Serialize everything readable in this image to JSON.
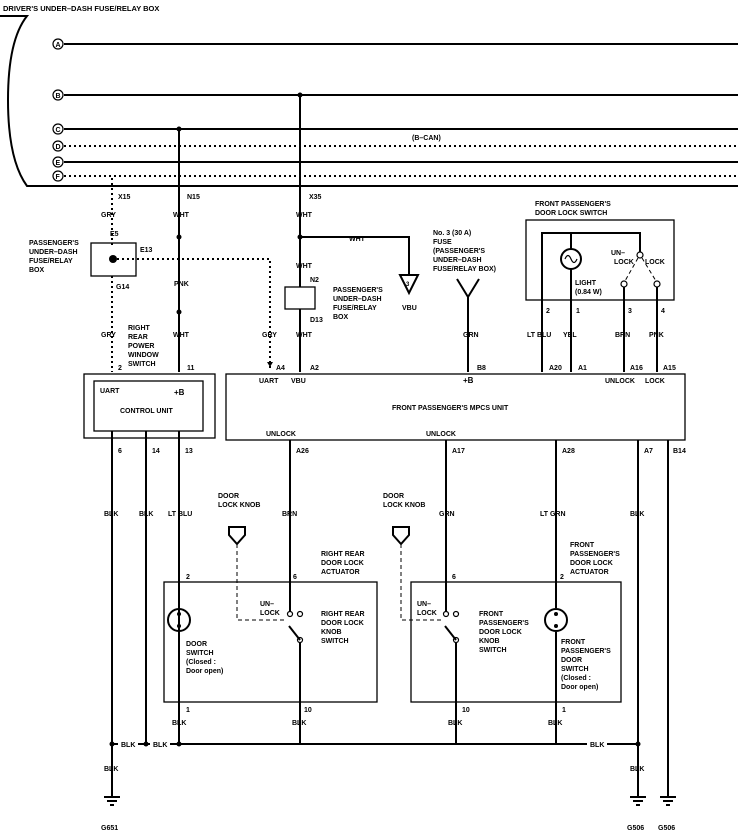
{
  "title": "DRIVER'S UNDER–DASH FUSE/RELAY BOX",
  "bus": {
    "letters": [
      "A",
      "B",
      "C",
      "D",
      "E",
      "F"
    ],
    "bcan": "(B–CAN)"
  },
  "connectors": {
    "x15": "X15",
    "n15": "N15",
    "x35": "X35",
    "e5": "E5",
    "e13": "E13",
    "g14": "G14",
    "n2": "N2",
    "d13": "D13",
    "rr_2": "2",
    "rr_11": "11",
    "a4": "A4",
    "a2": "A2",
    "b8": "B8",
    "a20": "A20",
    "a1": "A1",
    "a16": "A16",
    "a15": "A15",
    "cu_6": "6",
    "cu_14": "14",
    "cu_13": "13",
    "a26": "A26",
    "a17": "A17",
    "a28": "A28",
    "a7": "A7",
    "b14": "B14",
    "rd_2": "2",
    "rd_6": "6",
    "rd_1": "1",
    "rd_10": "10",
    "fd_6": "6",
    "fd_2": "2",
    "fd_10": "10",
    "fd_1": "1",
    "sw_2": "2",
    "sw_1": "1",
    "sw_3": "3",
    "sw_4": "4"
  },
  "wires": {
    "gry": "GRY",
    "wht": "WHT",
    "pnk": "PNK",
    "grn": "GRN",
    "ltblu": "LT BLU",
    "yel": "YEL",
    "brn": "BRN",
    "blk": "BLK",
    "ltgrn": "LT GRN"
  },
  "labels": {
    "pass_box": [
      "PASSENGER'S",
      "UNDER–DASH",
      "FUSE/RELAY",
      "BOX"
    ],
    "pass_box2": [
      "PASSENGER'S",
      "UNDER–DASH",
      "FUSE/RELAY",
      "BOX"
    ],
    "fuse": [
      "No. 3 (30 A)",
      "FUSE",
      "(PASSENGER'S",
      "UNDER–DASH",
      "FUSE/RELAY BOX)"
    ],
    "vbu_tri": "VBU",
    "vbu_num": "3",
    "rr_switch": [
      "RIGHT",
      "REAR",
      "POWER",
      "WINDOW",
      "SWITCH"
    ],
    "lock_switch": [
      "FRONT PASSENGER'S",
      "DOOR LOCK SWITCH"
    ],
    "unlock_sw": [
      "UN–",
      "LOCK"
    ],
    "lock_sw": "LOCK",
    "light": [
      "LIGHT",
      "(0.84 W)"
    ],
    "cu_uart": "UART",
    "cu_b": "+B",
    "cu_name": "CONTROL UNIT",
    "mpcs_uart": "UART",
    "mpcs_vbu": "VBU",
    "mpcs_b": "+B",
    "mpcs_unlock": "UNLOCK",
    "mpcs_lock": "LOCK",
    "mpcs_name": "FRONT PASSENGER'S MPCS UNIT",
    "mpcs_unlock_l": "UNLOCK",
    "mpcs_unlock_r": "UNLOCK",
    "knob_l": [
      "DOOR",
      "LOCK KNOB"
    ],
    "knob_r": [
      "DOOR",
      "LOCK KNOB"
    ],
    "rr_act": [
      "RIGHT REAR",
      "DOOR LOCK",
      "ACTUATOR"
    ],
    "fp_act": [
      "FRONT",
      "PASSENGER'S",
      "DOOR LOCK",
      "ACTUATOR"
    ],
    "rr_unlock": [
      "UN–",
      "LOCK"
    ],
    "fp_unlock": [
      "UN–",
      "LOCK"
    ],
    "rr_knob_sw": [
      "RIGHT REAR",
      "DOOR LOCK",
      "KNOB",
      "SWITCH"
    ],
    "fp_knob_sw": [
      "FRONT",
      "PASSENGER'S",
      "DOOR LOCK",
      "KNOB",
      "SWITCH"
    ],
    "door_sw_l": [
      "DOOR",
      "SWITCH",
      "(Closed :",
      "Door open)"
    ],
    "door_sw_r": [
      "FRONT",
      "PASSENGER'S",
      "DOOR",
      "SWITCH",
      "(Closed :",
      "Door open)"
    ]
  },
  "grounds": {
    "g651": "G651",
    "g506a": "G506",
    "g506b": "G506"
  }
}
